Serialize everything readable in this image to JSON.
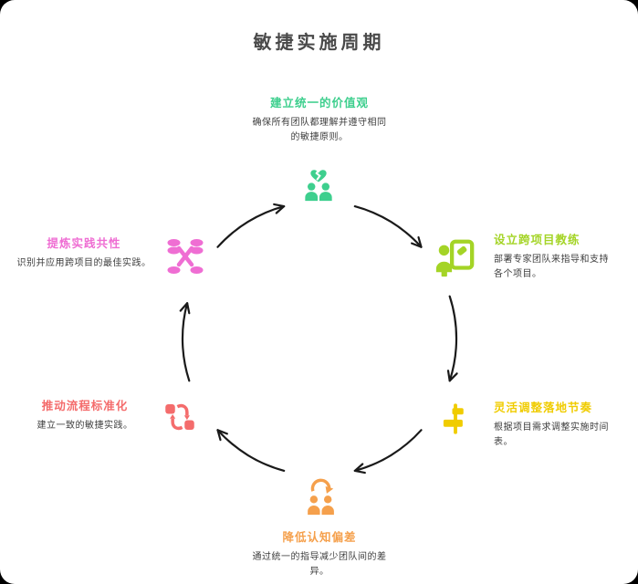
{
  "title": "敏捷实施周期",
  "title_color": "#4a4a4a",
  "arrow_color": "#1a1a1a",
  "flow": "clockwise",
  "nodes": [
    {
      "position": "top",
      "title": "建立统一的价值观",
      "desc": "确保所有团队都理解并遵守相同的敏捷原则。",
      "color": "#3ecf8e",
      "icon": "people-broken-heart-icon"
    },
    {
      "position": "right",
      "title": "设立跨项目教练",
      "desc": "部署专家团队来指导和支持各个项目。",
      "color": "#a4d426",
      "icon": "coach-presentation-icon"
    },
    {
      "position": "bottom-right",
      "title": "灵活调整落地节奏",
      "desc": "根据项目需求调整实施时间表。",
      "color": "#f0cc00",
      "icon": "align-adjust-icon"
    },
    {
      "position": "bottom",
      "title": "降低认知偏差",
      "desc": "通过统一的指导减少团队间的差异。",
      "color": "#f5a04c",
      "icon": "people-sync-icon"
    },
    {
      "position": "bottom-left",
      "title": "推动流程标准化",
      "desc": "建立一致的敏捷实践。",
      "color": "#f46c6c",
      "icon": "process-loop-icon"
    },
    {
      "position": "left",
      "title": "提炼实践共性",
      "desc": "识别并应用跨项目的最佳实践。",
      "color": "#ef6ed3",
      "icon": "data-merge-icon"
    }
  ]
}
